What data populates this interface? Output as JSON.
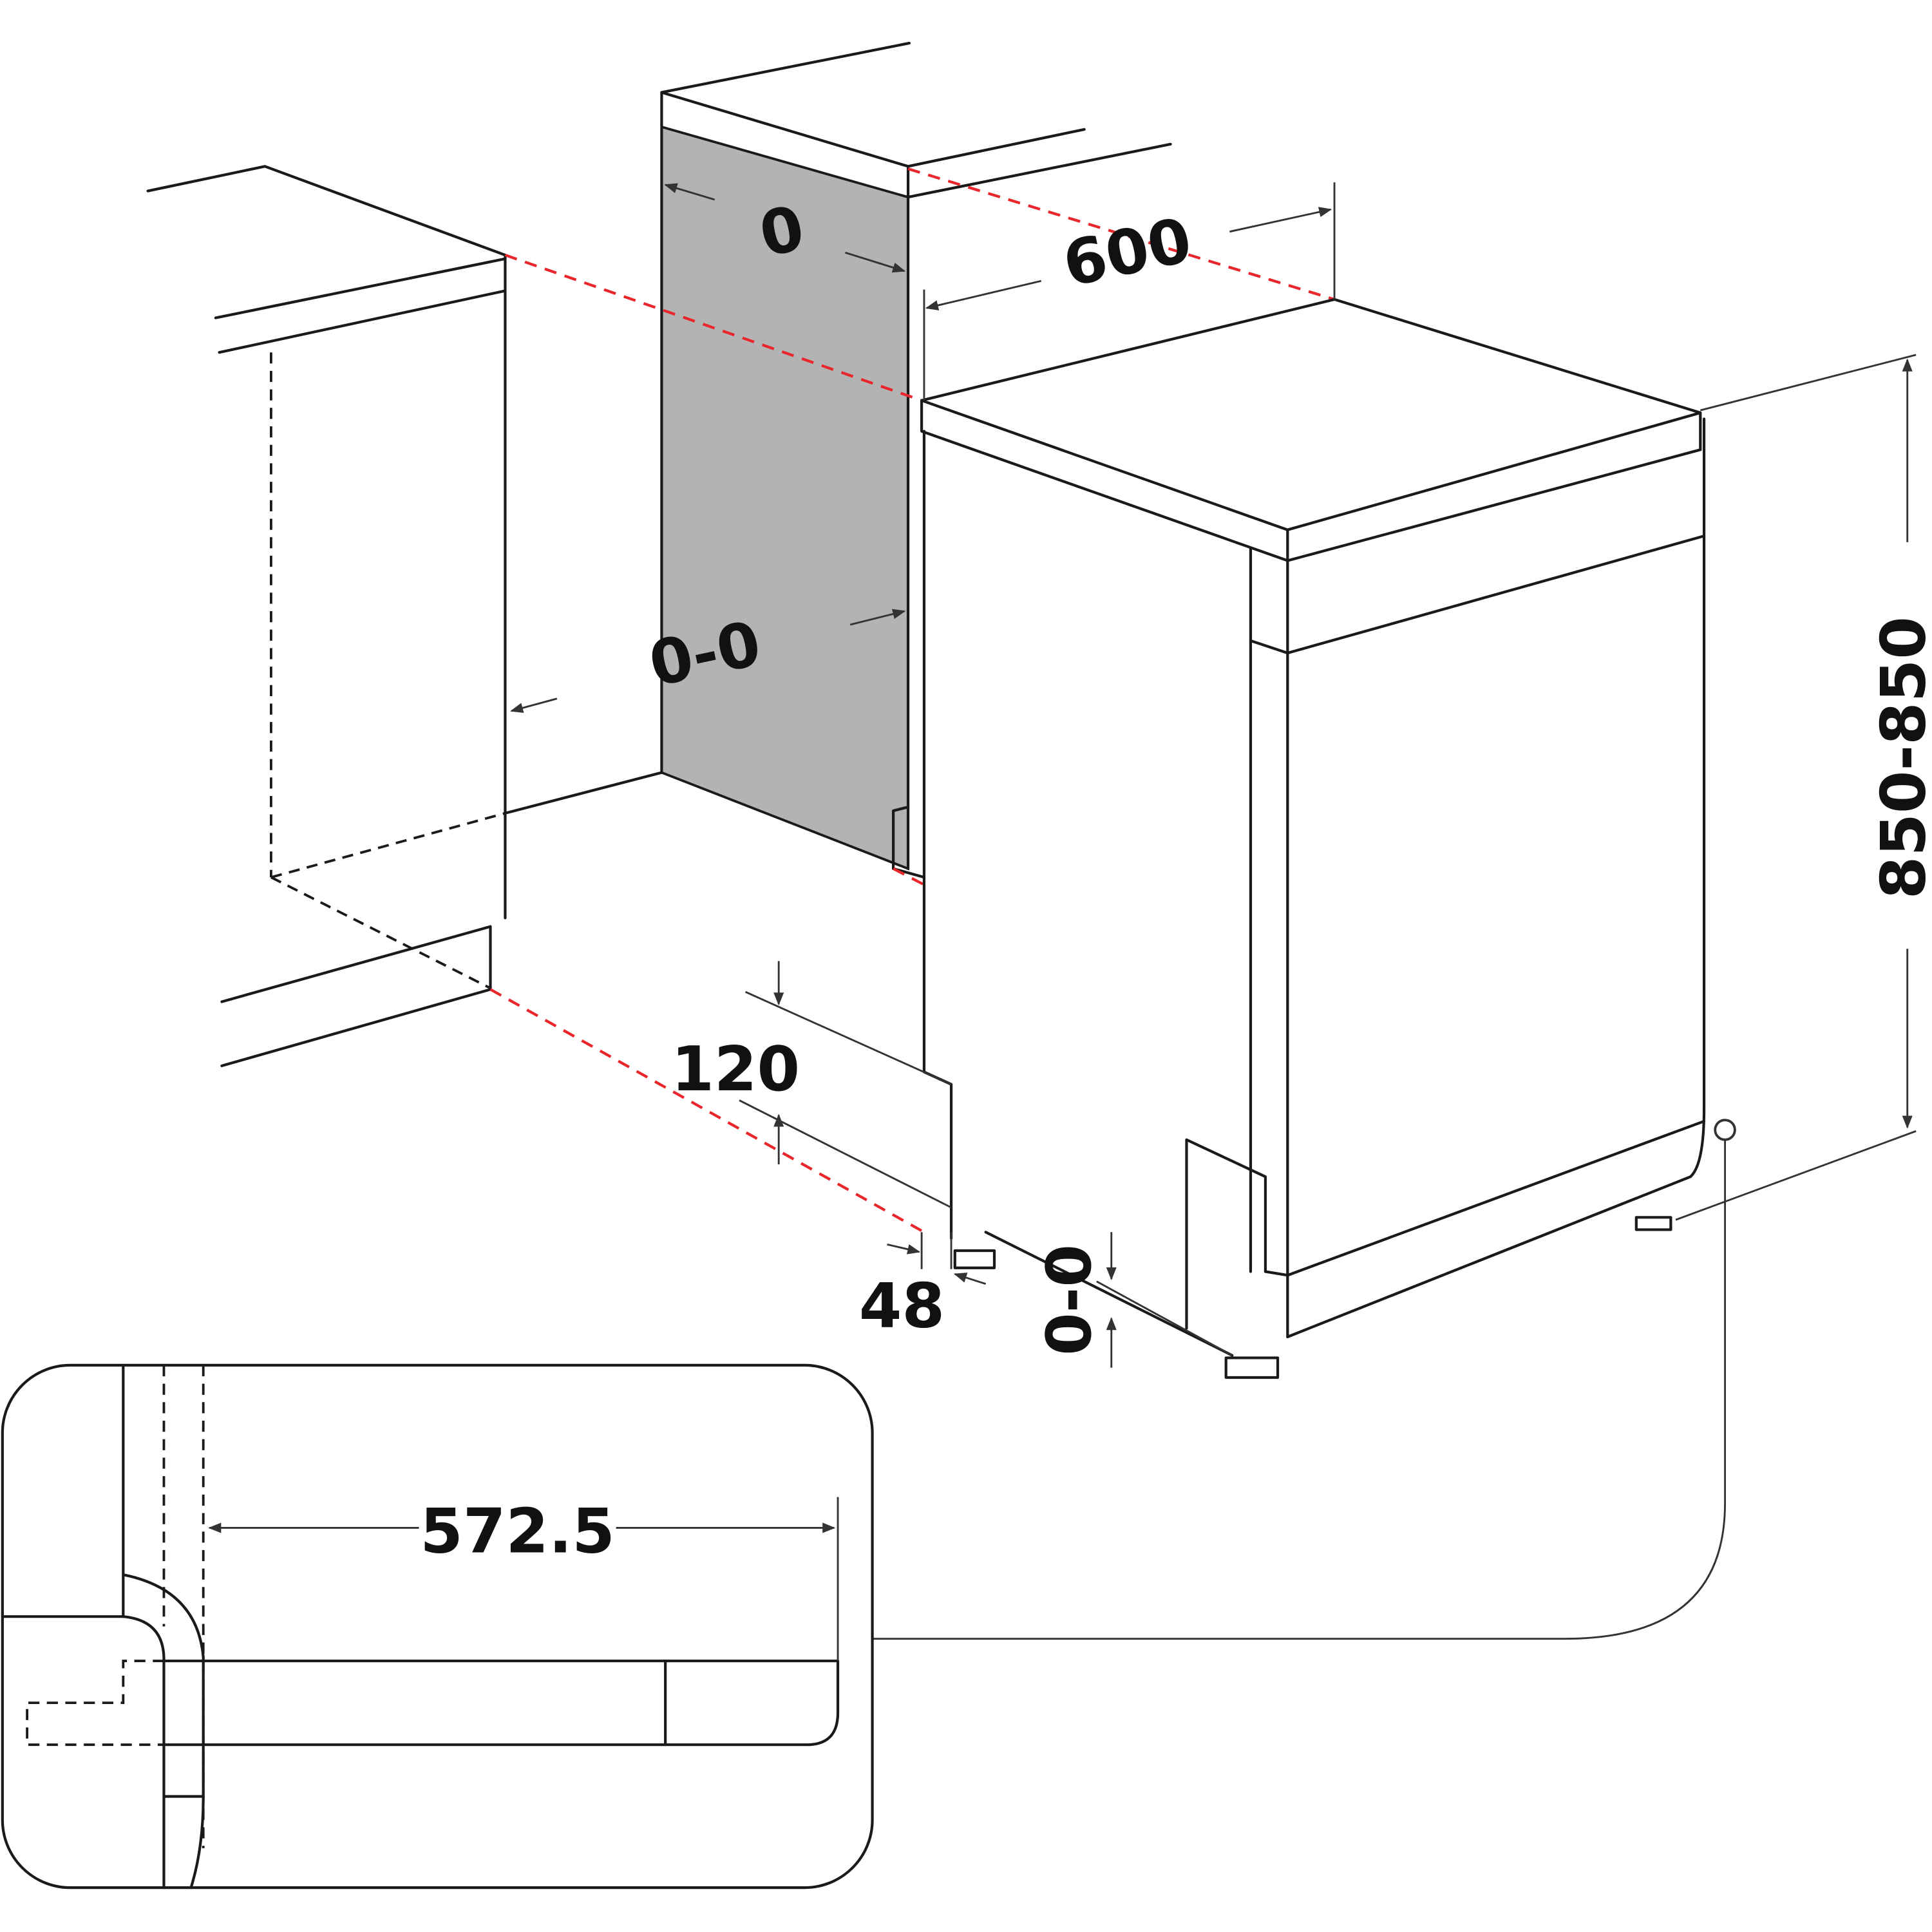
{
  "dimensions": {
    "side_gap_top": "0",
    "width": "600",
    "side_gap": "0-0",
    "height": "850-850",
    "plinth_height": "120",
    "plinth_depth": "48",
    "foot_adjust": "0-0",
    "depth_detail": "572.5"
  },
  "colors": {
    "line": "#1a1a1a",
    "reference_dashed": "#e8262b",
    "wall_panel": "#b3b3b3"
  }
}
